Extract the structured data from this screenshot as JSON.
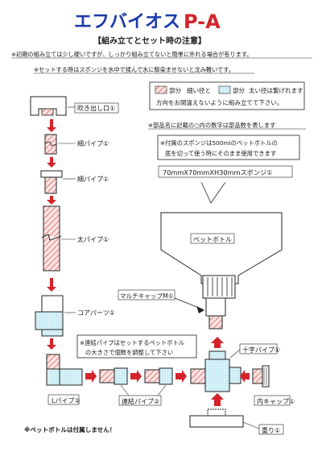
{
  "title": {
    "main": "エフバイオス",
    "model": "P-A"
  },
  "subtitle": "【組み立てとセット時の注意】",
  "notes": [
    "※初期の組み立ては少し硬いですが、しっかり組み立てないと簡単に外れる場合が有ります。",
    "※セットする時はスポンジを水中で揉んで水に馴染ませないと沈み難いです。"
  ],
  "legend": {
    "line1_a": "部分",
    "line1_b": "細い径と",
    "line1_c": "部分",
    "line1_d": "太い径は繋げれます",
    "line2": "方向をお間違えないように組み立てて下さい。",
    "color_thin": "#f4a6a6",
    "color_thick": "#bfe6f2"
  },
  "parts_note": "※部品名に記載の○内の数字は部品数を表します",
  "sponge_note": [
    "※付属のスポンジは500mlのペットボトルの",
    "底を切って使う時にそのまま使用できます"
  ],
  "sponge_label": "70mmX70mmXH30mmスポンジ①",
  "parts": {
    "outlet": "吹き出し口①",
    "thin_pipe": "細パイプ①",
    "thin_pipe2": "細パイプ①",
    "thick_pipe": "太パイプ①",
    "core_parts": "コアパーツ①",
    "l_pipe": "Lパイプ①",
    "connector": "連結パイプ②",
    "cross_pipe": "十字パイプ①",
    "inner_cap": "内キャップ①",
    "weight": "重り①",
    "multi_cap": "マルチキャップM①",
    "bottle": "ペットボトル"
  },
  "connector_note": [
    "※連結パイプはセットするペットボトル",
    "の大きさで個数を調整して下さい"
  ],
  "footer_note": "※ペットボトルは付属しません！",
  "colors": {
    "title_blue": "#1b3aa8",
    "title_red": "#d4232a",
    "hatch_red": "#e98a8a",
    "fill_blue": "#cdeef7",
    "arrow_red": "#d4232a"
  }
}
